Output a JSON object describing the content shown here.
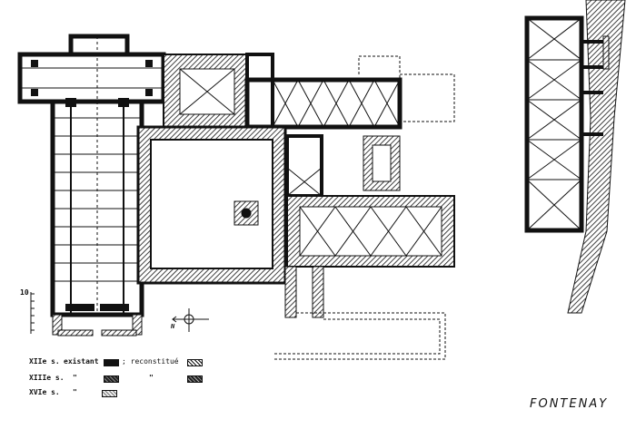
{
  "title": "FONTENAY",
  "scale": {
    "label": "10"
  },
  "north_arrow": {
    "label": "N"
  },
  "legend": {
    "rows": [
      {
        "period": "XIIe s.",
        "label": "existant",
        "sep": "; reconstitué"
      },
      {
        "period": "XIIIe s.",
        "label": "\"",
        "sep": "\""
      },
      {
        "period": "XVIe s.",
        "label": "\""
      }
    ]
  },
  "colors": {
    "ink": "#111111",
    "paper": "#ffffff"
  }
}
